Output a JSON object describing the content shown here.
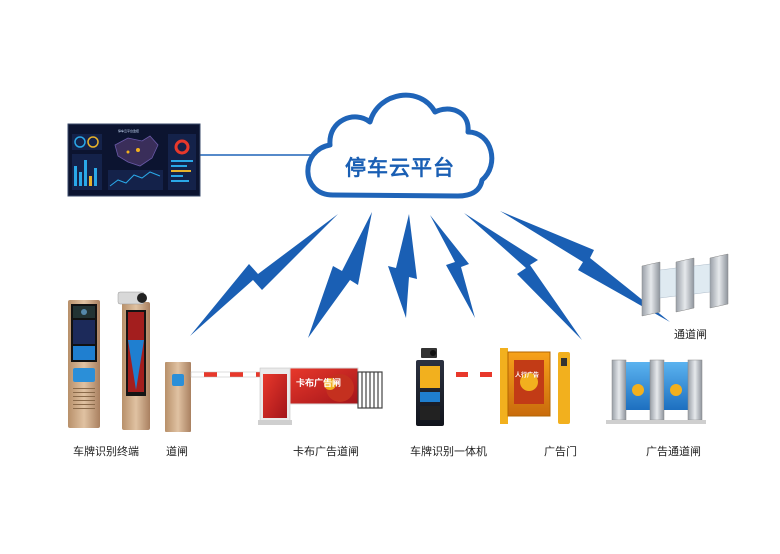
{
  "cloud": {
    "label": "停车云平台"
  },
  "dashboard": {
    "title": "停车云平台监控"
  },
  "devices": [
    {
      "id": "lpr-terminal",
      "label": "车牌识别终端"
    },
    {
      "id": "barrier-gate",
      "label": "道闸"
    },
    {
      "id": "ad-barrier",
      "label": "卡布广告道闸",
      "ad_text": "卡布广告闸"
    },
    {
      "id": "lpr-all-in-one",
      "label": "车牌识别一体机"
    },
    {
      "id": "ad-door",
      "label": "广告门",
      "ad_text": "人行广告"
    },
    {
      "id": "ad-channel-gate",
      "label": "广告通道闸"
    },
    {
      "id": "channel-gate",
      "label": "通道闸"
    }
  ],
  "colors": {
    "accent": "#1a5fb4",
    "cloud_stroke": "#1f64b8"
  }
}
